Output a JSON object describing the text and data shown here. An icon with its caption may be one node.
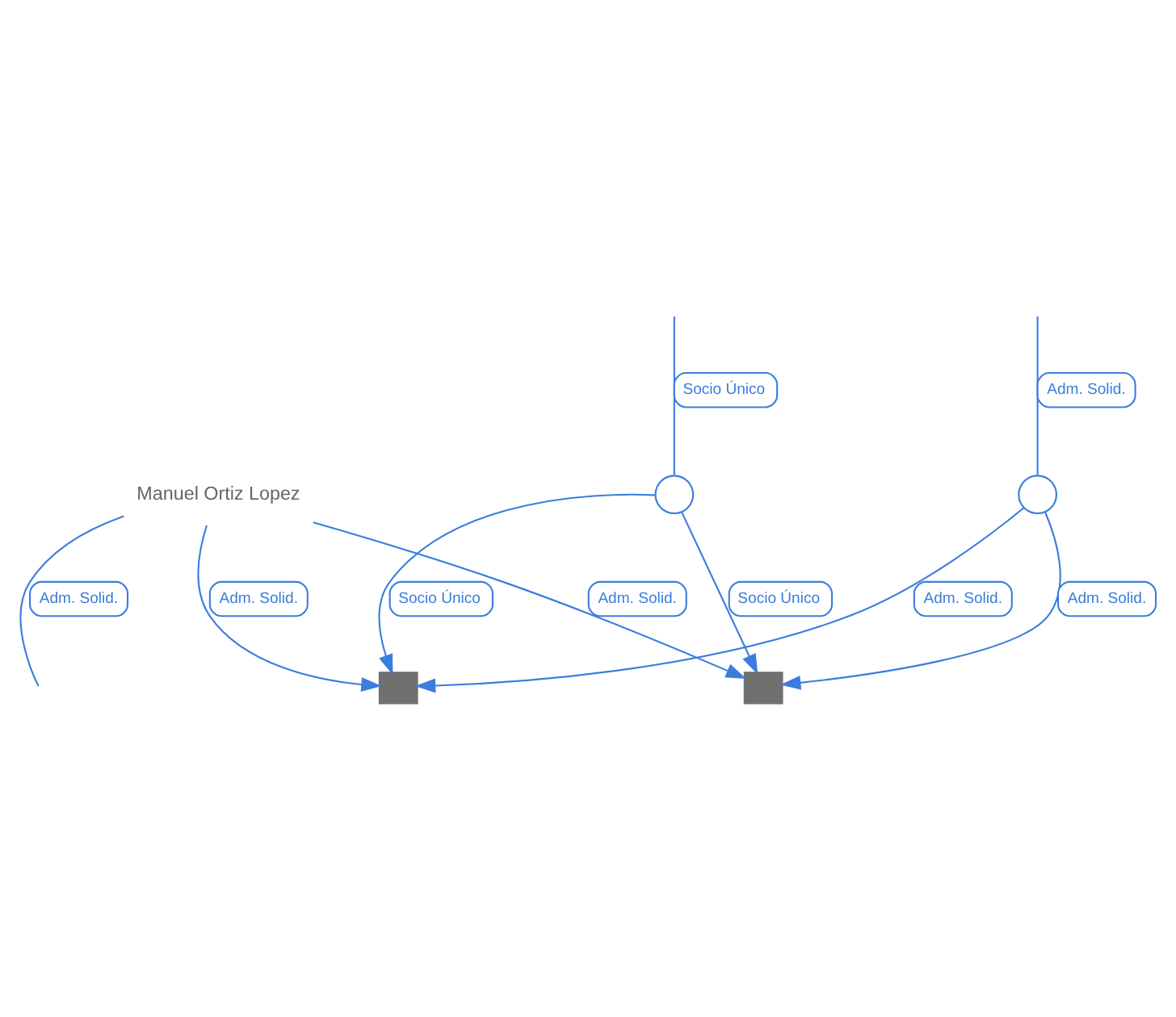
{
  "diagram": {
    "nodes": [
      {
        "text": [
          "Manuel Ortiz Lopez"
        ]
      },
      {
        "text": [],
        "shape": "building"
      },
      {
        "text": [],
        "shape": "building"
      },
      {
        "text": [],
        "shape": "circle"
      },
      {
        "text": [],
        "shape": "circle"
      }
    ],
    "edges": [
      {
        "from": null,
        "to": 3,
        "arrow": "none",
        "label": "Socio Único"
      },
      {
        "from": 0,
        "to": null,
        "arrow": "none",
        "label": "Adm. Solid."
      },
      {
        "from": null,
        "to": 4,
        "arrow": "none",
        "label": "Adm. Solid."
      },
      {
        "from": 4,
        "to": 2,
        "arrow": "to",
        "label": "Adm. Solid."
      },
      {
        "from": 0,
        "to": 1,
        "arrow": "to",
        "label": "Adm. Solid."
      },
      {
        "from": 0,
        "to": 2,
        "arrow": "to",
        "label": "Adm. Solid."
      },
      {
        "from": 3,
        "to": 1,
        "arrow": "to",
        "label": "Socio Único"
      },
      {
        "from": 3,
        "to": 2,
        "arrow": "to",
        "label": "Socio Único"
      },
      {
        "from": 4,
        "to": 1,
        "arrow": "to",
        "label": "Adm. Solid."
      }
    ]
  }
}
